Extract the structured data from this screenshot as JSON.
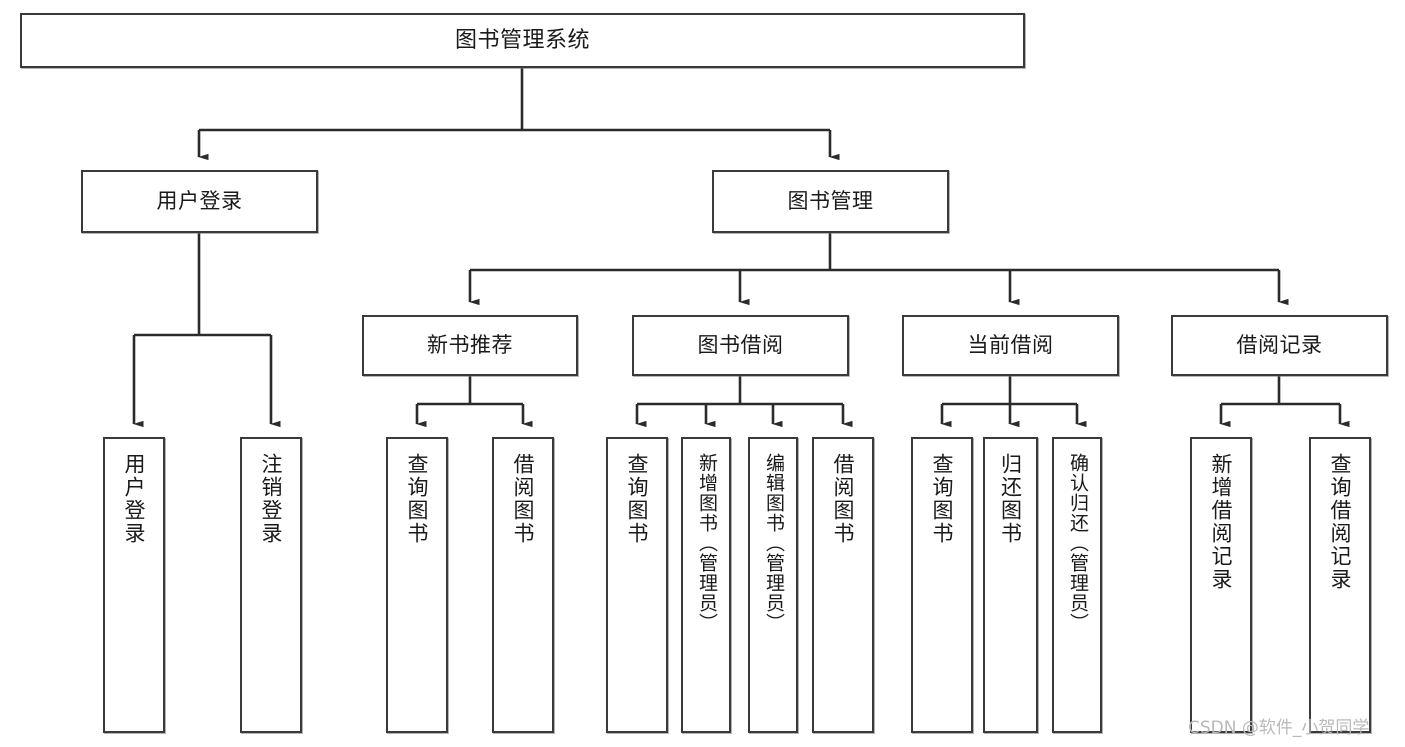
{
  "diagram": {
    "type": "tree-hierarchy",
    "title": "图书管理系统",
    "watermark": "CSDN @软件_小贺同学",
    "colors": {
      "box_border": "#3a3a3a",
      "box_fill": "#ffffff",
      "connector": "#2b2b2b",
      "text": "#1a1a1a",
      "watermark": "#b9b9b9",
      "background": "#ffffff"
    },
    "levels": {
      "root": "图书管理系统",
      "level2": [
        "用户登录",
        "图书管理"
      ],
      "level3": [
        "新书推荐",
        "图书借阅",
        "当前借阅",
        "借阅记录"
      ]
    },
    "nodes": {
      "root": {
        "label": "图书管理系统"
      },
      "user_login": {
        "label": "用户登录"
      },
      "book_manage": {
        "label": "图书管理"
      },
      "new_book_rec": {
        "label": "新书推荐"
      },
      "book_borrow": {
        "label": "图书借阅"
      },
      "current_borrow": {
        "label": "当前借阅"
      },
      "borrow_record": {
        "label": "借阅记录"
      },
      "leaf_user_login": {
        "label": "用户登录"
      },
      "leaf_logout": {
        "label": "注销登录"
      },
      "leaf_query_book_1": {
        "label": "查询图书"
      },
      "leaf_borrow_book_1": {
        "label": "借阅图书"
      },
      "leaf_query_book_2": {
        "label": "查询图书"
      },
      "leaf_add_book_admin": {
        "label": "新增图书（管理员）"
      },
      "leaf_edit_book_admin": {
        "label": "编辑图书（管理员）"
      },
      "leaf_borrow_book_2": {
        "label": "借阅图书"
      },
      "leaf_query_book_3": {
        "label": "查询图书"
      },
      "leaf_return_book": {
        "label": "归还图书"
      },
      "leaf_confirm_return_admin": {
        "label": "确认归还（管理员）"
      },
      "leaf_add_record": {
        "label": "新增借阅记录"
      },
      "leaf_query_record": {
        "label": "查询借阅记录"
      }
    },
    "edges": [
      {
        "from": "root",
        "to": "user_login"
      },
      {
        "from": "root",
        "to": "book_manage"
      },
      {
        "from": "user_login",
        "to": "leaf_user_login"
      },
      {
        "from": "user_login",
        "to": "leaf_logout"
      },
      {
        "from": "book_manage",
        "to": "new_book_rec"
      },
      {
        "from": "book_manage",
        "to": "book_borrow"
      },
      {
        "from": "book_manage",
        "to": "current_borrow"
      },
      {
        "from": "book_manage",
        "to": "borrow_record"
      },
      {
        "from": "new_book_rec",
        "to": "leaf_query_book_1"
      },
      {
        "from": "new_book_rec",
        "to": "leaf_borrow_book_1"
      },
      {
        "from": "book_borrow",
        "to": "leaf_query_book_2"
      },
      {
        "from": "book_borrow",
        "to": "leaf_add_book_admin"
      },
      {
        "from": "book_borrow",
        "to": "leaf_edit_book_admin"
      },
      {
        "from": "book_borrow",
        "to": "leaf_borrow_book_2"
      },
      {
        "from": "current_borrow",
        "to": "leaf_query_book_3"
      },
      {
        "from": "current_borrow",
        "to": "leaf_return_book"
      },
      {
        "from": "current_borrow",
        "to": "leaf_confirm_return_admin"
      },
      {
        "from": "borrow_record",
        "to": "leaf_add_record"
      },
      {
        "from": "borrow_record",
        "to": "leaf_query_record"
      }
    ]
  }
}
